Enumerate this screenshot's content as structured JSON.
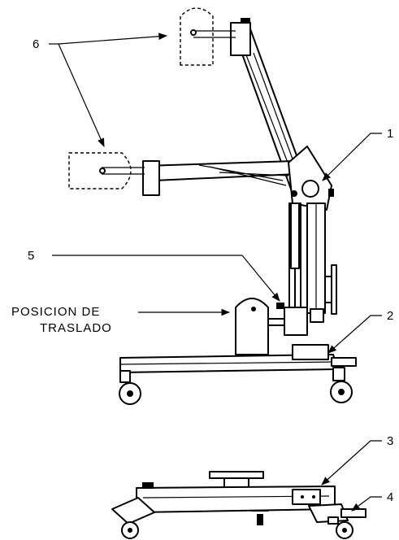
{
  "callouts": {
    "c1": "1",
    "c2": "2",
    "c3": "3",
    "c4": "4",
    "c5": "5",
    "c6": "6"
  },
  "transport_label": {
    "line1": "POSICION DE",
    "line2": "TRASLADO"
  }
}
